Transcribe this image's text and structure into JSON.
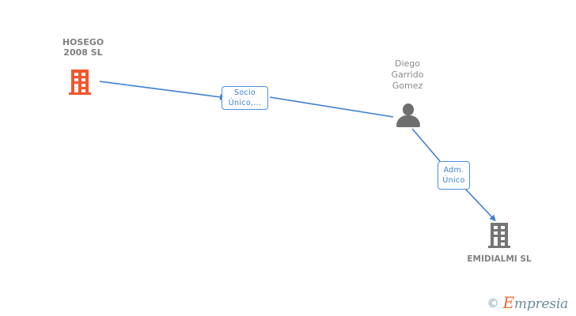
{
  "diagram": {
    "type": "corporate-relationship-graph",
    "background_color": "#ffffff",
    "colors": {
      "company_orange": "#f4562b",
      "company_gray": "#757575",
      "person_gray": "#6e6e6e",
      "edge_blue": "#3d7fd1",
      "label_text_gray": "#808080"
    },
    "nodes": [
      {
        "id": "hosego",
        "kind": "company",
        "label": "HOSEGO\n2008 SL",
        "icon": "building-icon",
        "color": "#f4562b",
        "label_position": "above"
      },
      {
        "id": "diego",
        "kind": "person",
        "label": "Diego\nGarrido\nGomez",
        "icon": "person-icon",
        "color": "#6e6e6e",
        "label_position": "above"
      },
      {
        "id": "emidialmi",
        "kind": "company",
        "label": "EMIDIALMI SL",
        "icon": "building-icon",
        "color": "#757575",
        "label_position": "below"
      }
    ],
    "edges": [
      {
        "id": "edge-socio-unico",
        "from": "diego",
        "to": "hosego",
        "label_lines": [
          "Socio",
          "Único,..."
        ],
        "arrow": "to-target"
      },
      {
        "id": "edge-adm-unico",
        "from": "diego",
        "to": "emidialmi",
        "label_lines": [
          "Adm.",
          "Único"
        ],
        "arrow": "to-target"
      }
    ]
  },
  "watermark": {
    "copyright": "©",
    "brand_initial": "E",
    "brand_rest": "mpresia"
  }
}
